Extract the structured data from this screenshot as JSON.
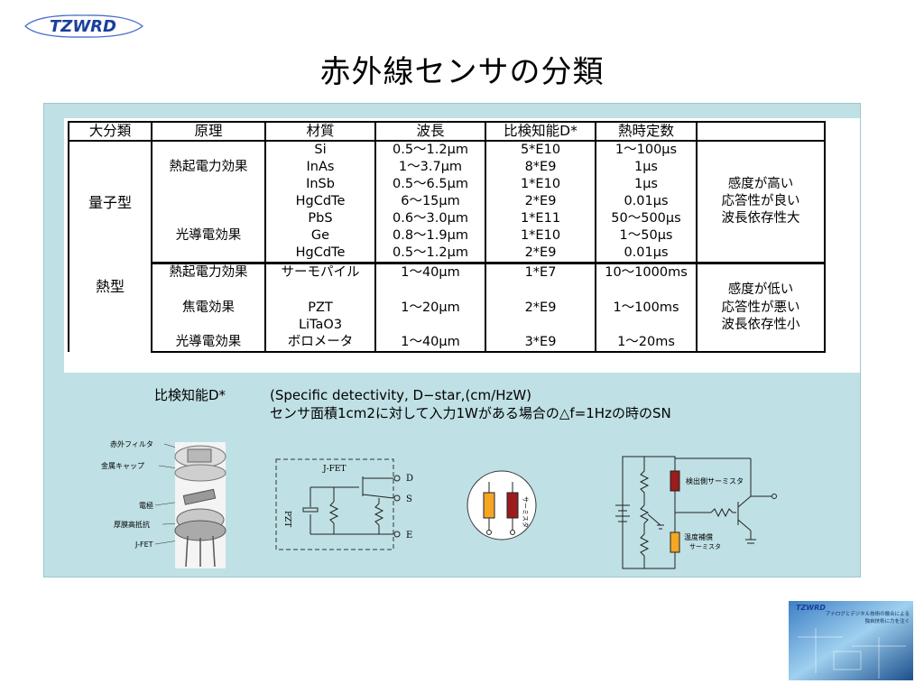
{
  "brand": "TZWRD",
  "slide_title": "赤外線センサの分類",
  "table": {
    "headers": [
      "大分類",
      "原理",
      "材質",
      "波長",
      "比検知能D*",
      "熱時定数",
      ""
    ],
    "quantum": {
      "category": "量子型",
      "principle_thermo": "熱起電力効果",
      "principle_photo": "光導電効果",
      "rows": [
        {
          "material": "Si",
          "wave": "0.5〜1.2μm",
          "d": "5*E10",
          "tc": "1〜100μs"
        },
        {
          "material": "InAs",
          "wave": "1〜3.7μm",
          "d": "8*E9",
          "tc": "1μs"
        },
        {
          "material": "InSb",
          "wave": "0.5〜6.5μm",
          "d": "1*E10",
          "tc": "1μs"
        },
        {
          "material": "HgCdTe",
          "wave": "6〜15μm",
          "d": "2*E9",
          "tc": "0.01μs"
        },
        {
          "material": "PbS",
          "wave": "0.6〜3.0μm",
          "d": "1*E11",
          "tc": "50〜500μs"
        },
        {
          "material": "Ge",
          "wave": "0.8〜1.9μm",
          "d": "1*E10",
          "tc": "1〜50μs"
        },
        {
          "material": "HgCdTe",
          "wave": "0.5〜1.2μm",
          "d": "2*E9",
          "tc": "0.01μs"
        }
      ],
      "remarks": [
        "感度が高い",
        "応答性が良い",
        "波長依存性大"
      ]
    },
    "thermal": {
      "category": "熱型",
      "p1": "熱起電力効果",
      "m1": "サーモパイル",
      "w1": "1〜40μm",
      "d1": "1*E7",
      "t1": "10〜1000ms",
      "p2": "焦電効果",
      "m2": "PZT",
      "w2": "1〜20μm",
      "d2": "2*E9",
      "t2": "1〜100ms",
      "m2b": "LiTaO3",
      "p3": "光導電効果",
      "m3": "ボロメータ",
      "w3": "1〜40μm",
      "d3": "3*E9",
      "t3": "1〜20ms",
      "remarks": [
        "感度が低い",
        "応答性が悪い",
        "波長依存性小"
      ]
    }
  },
  "note": {
    "label": "比検知能D*",
    "line1": "(Specific detectivity, D−star,(cm/HzW)",
    "line2": "センサ面積1cm2に対して入力1Wがある場合の△f=1Hzの時のSN"
  },
  "photo_labels": [
    "赤外フィルタ",
    "金属キャップ",
    "電極",
    "厚膜高抵抗",
    "J-FET"
  ],
  "circuit1": {
    "jfet": "J-FET",
    "pzt": "PZT",
    "d": "D",
    "s": "S",
    "e": "E"
  },
  "circuit2": {
    "label": "サーミスタ"
  },
  "circuit3": {
    "detect": "検出側サーミスタ",
    "comp1": "温度補償",
    "comp2": "サーミスタ"
  },
  "thumb": {
    "brand": "TZWRD",
    "line1": "アナログとデジタル技術の融合による",
    "line2": "独自技術に力を注ぐ"
  },
  "colors": {
    "panel": "#bfe0e4",
    "brand_blue": "#1b3f9c",
    "orange": "#f5a623",
    "darkred": "#9b1c1c"
  }
}
